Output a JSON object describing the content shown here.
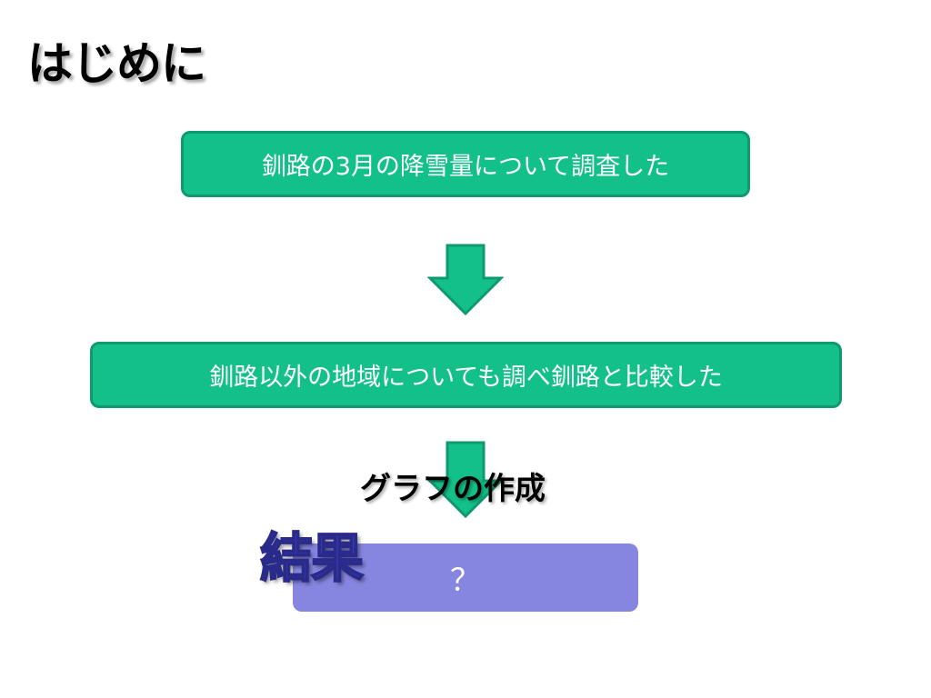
{
  "slide": {
    "title": "はじめに"
  },
  "flow": {
    "step1": "釧路の3月の降雪量について調査した",
    "step2": "釧路以外の地域についても調べ釧路と比較した",
    "step3_label": "グラフの作成",
    "result_heading": "結果",
    "result_box": "？"
  },
  "colors": {
    "box_fill": "#14c08a",
    "box_border": "#0e9a6e",
    "arrow_fill": "#14c08a",
    "result_fill": "#8686e0",
    "result_heading": "#3f44c8"
  },
  "icons": {
    "arrow": "down-arrow-icon"
  }
}
